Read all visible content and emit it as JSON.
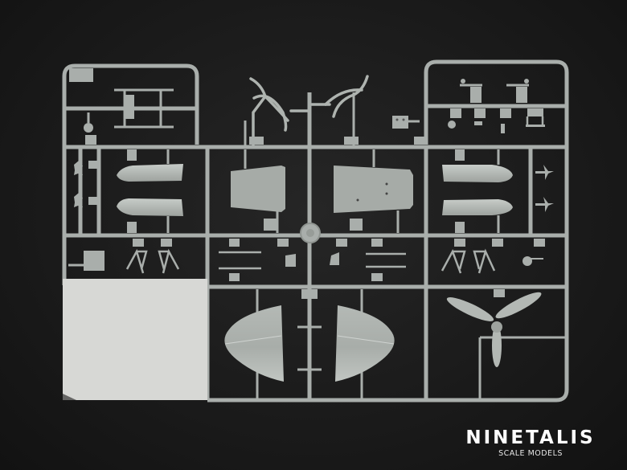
{
  "image": {
    "subject": "Plastic model kit sprue",
    "background_color": "#1b1b1b",
    "plastic_color": "#a9aeab",
    "decal_sheet_color": "#d6d7d4"
  },
  "watermark": {
    "title": "NINETALIS",
    "subtitle": "SCALE MODELS",
    "color": "#ffffff"
  }
}
